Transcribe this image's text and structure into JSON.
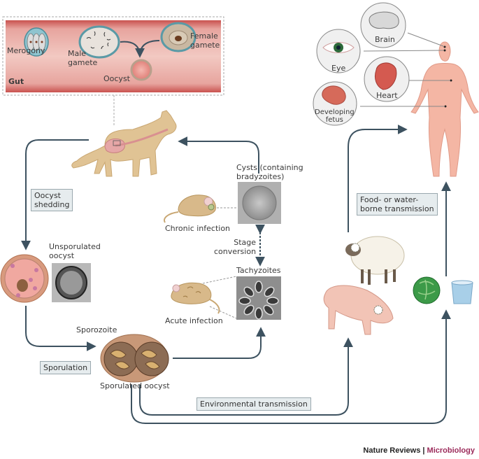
{
  "gut_panel": {
    "region_label": "Gut",
    "stages": {
      "merogony": "Merogony",
      "male_gamete": "Male\ngamete",
      "female_gamete": "Female\ngamete",
      "oocyst": "Oocyst"
    }
  },
  "cycle": {
    "oocyst_shedding": "Oocyst\nshedding",
    "unsporulated_oocyst": "Unsporulated\noocyst",
    "sporulation": "Sporulation",
    "sporozoite": "Sporozoite",
    "sporulated_oocyst": "Sporulated oocyst",
    "cysts": "Cysts (containing\nbradyzoites)",
    "chronic_infection": "Chronic infection",
    "stage_conversion": "Stage\nconversion",
    "tachyzoites": "Tachyzoites",
    "acute_infection": "Acute infection",
    "environmental_transmission": "Environmental transmission",
    "food_water_transmission": "Food- or water-\nborne transmission"
  },
  "human_organs": {
    "brain": "Brain",
    "eye": "Eye",
    "heart": "Heart",
    "fetus": "Developing\nfetus"
  },
  "credit": {
    "journal": "Nature Reviews",
    "separator": " | ",
    "section": "Microbiology"
  },
  "colors": {
    "arrow": "#3d5260",
    "gut_wall": "#c85a5a",
    "gut_inner": "#e9aaa4",
    "cat_fur": "#e0c394",
    "human_skin": "#f4b6a4",
    "label_box": "#e6ecee",
    "credit_accent": "#9b2a5a"
  }
}
